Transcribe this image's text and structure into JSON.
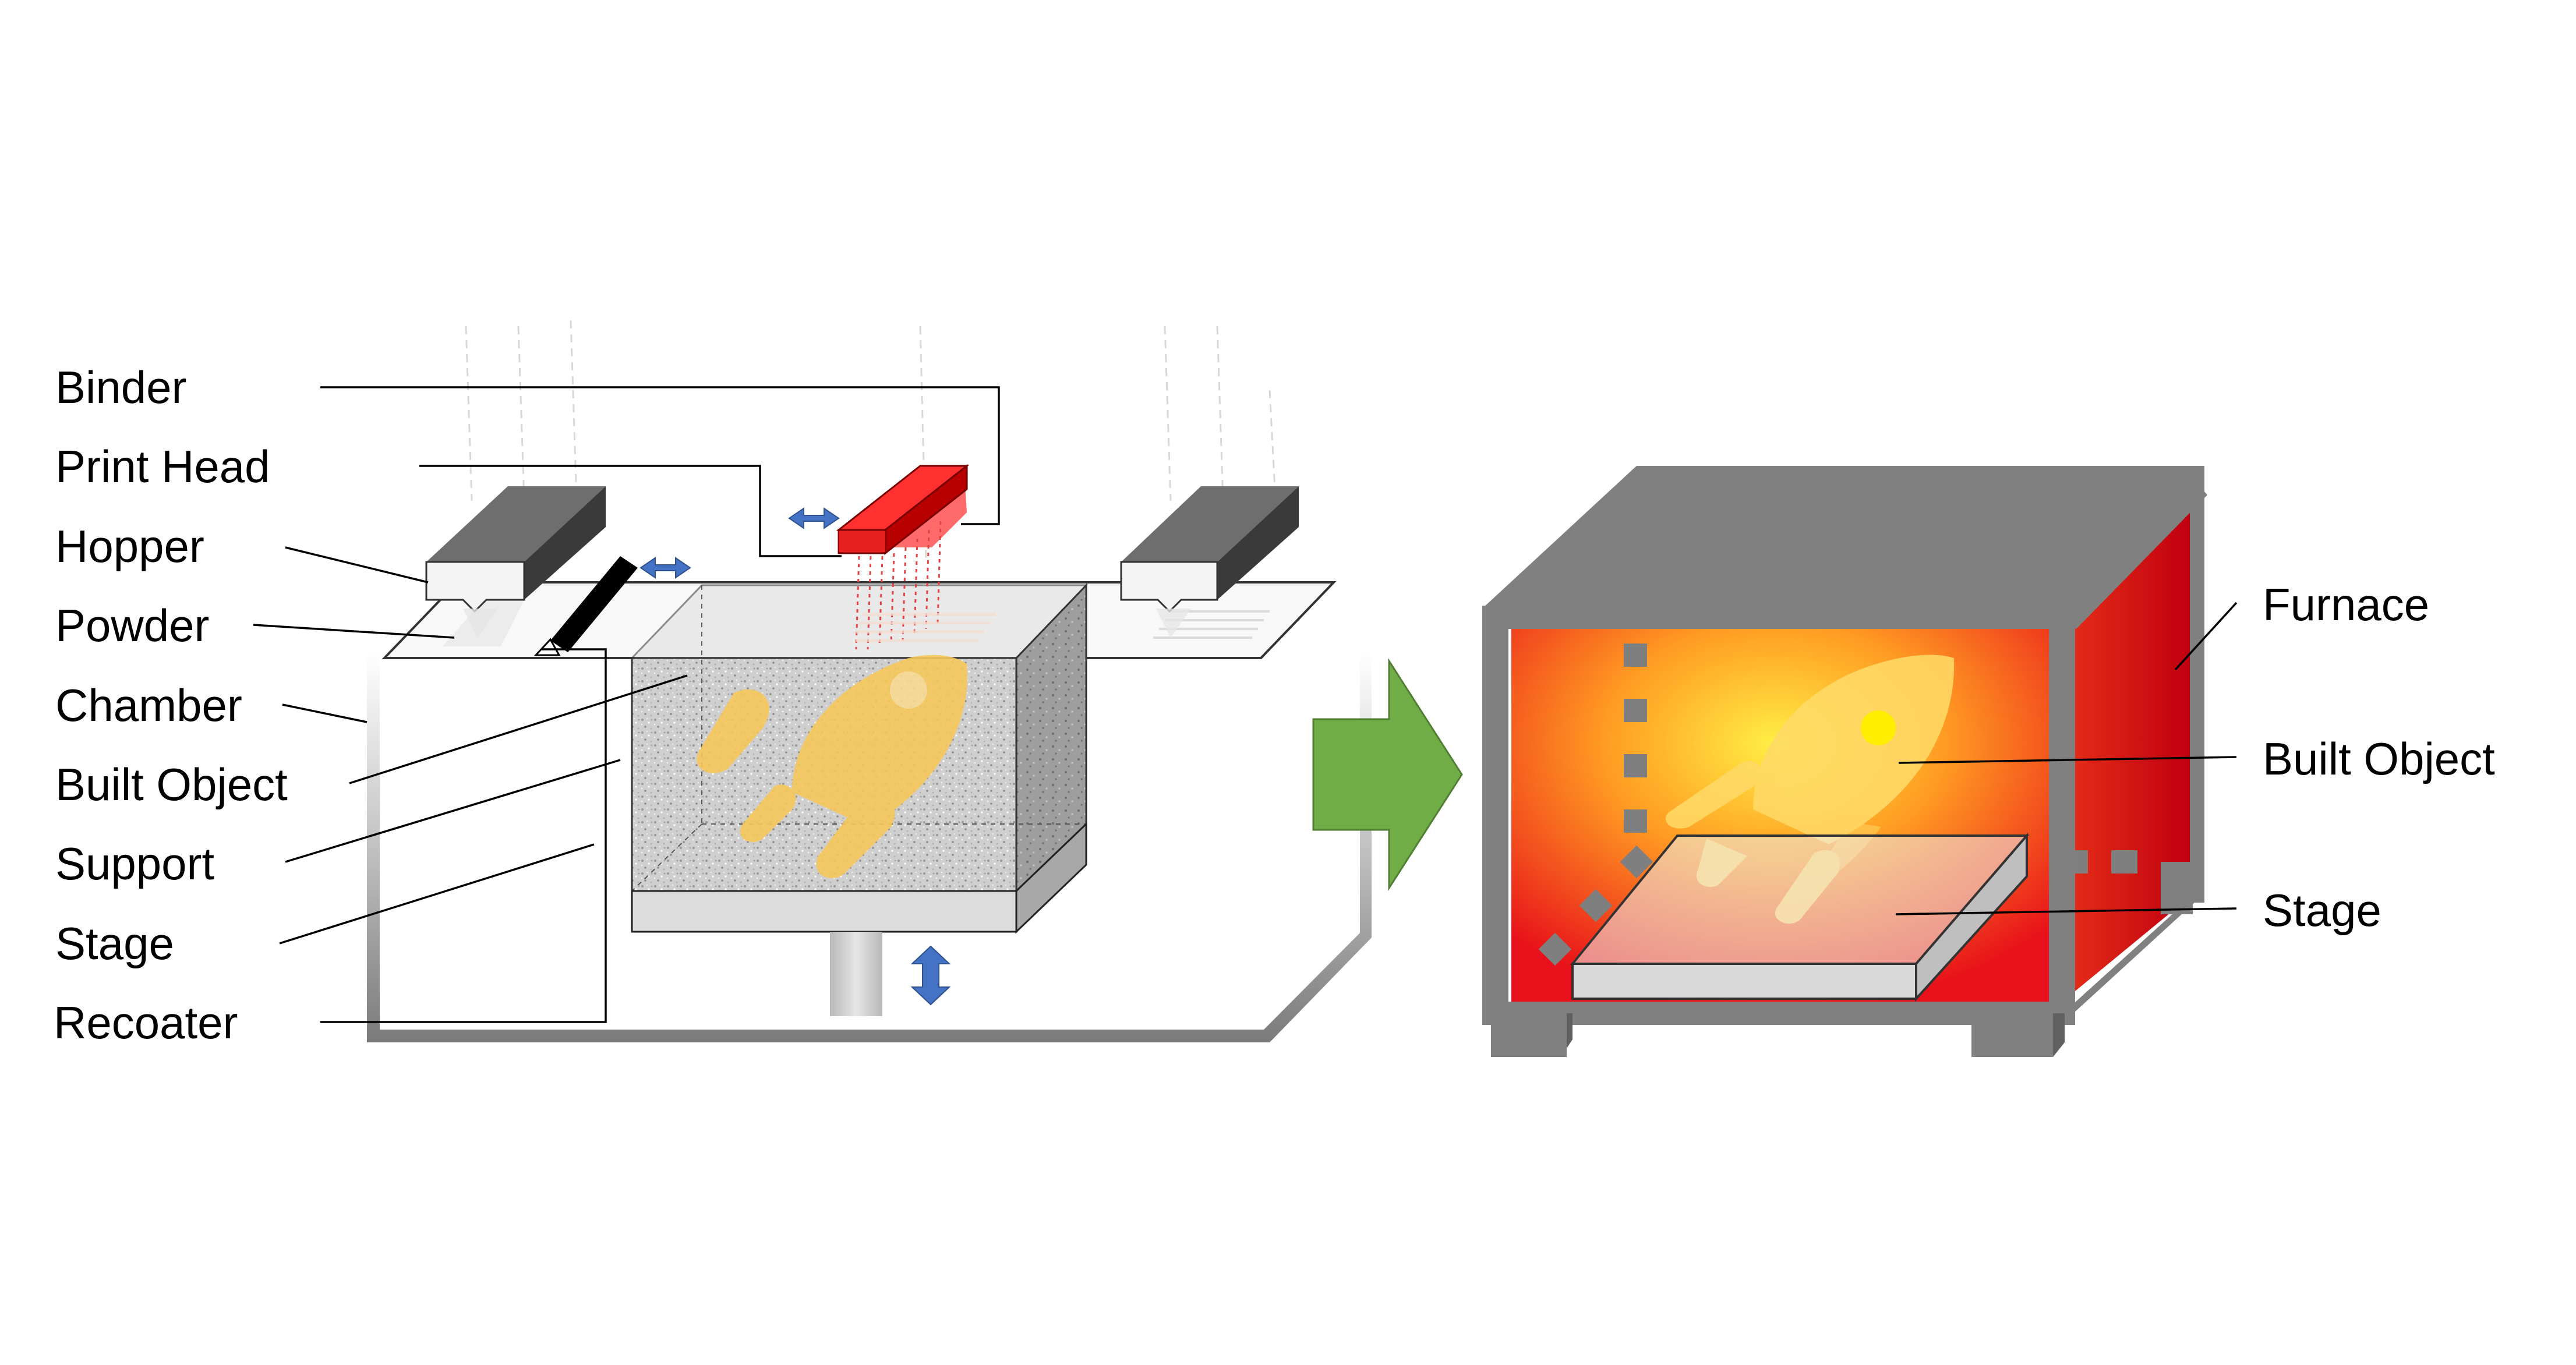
{
  "printer": {
    "labels": {
      "binder": "Binder",
      "print_head": "Print Head",
      "hopper": "Hopper",
      "powder": "Powder",
      "chamber": "Chamber",
      "built_object": "Built Object",
      "support": "Support",
      "stage": "Stage",
      "recoater": "Recoater"
    }
  },
  "furnace": {
    "labels": {
      "furnace": "Furnace",
      "built_object": "Built Object",
      "stage": "Stage"
    }
  },
  "colors": {
    "print_head": "#e82020",
    "furnace_glow_center": "#ffee44",
    "furnace_glow_edge": "#e8101a",
    "process_arrow": "#70ad47",
    "motion_arrows": "#4472c4",
    "built_object": "#f5c85a",
    "frame_grey": "#808080"
  }
}
